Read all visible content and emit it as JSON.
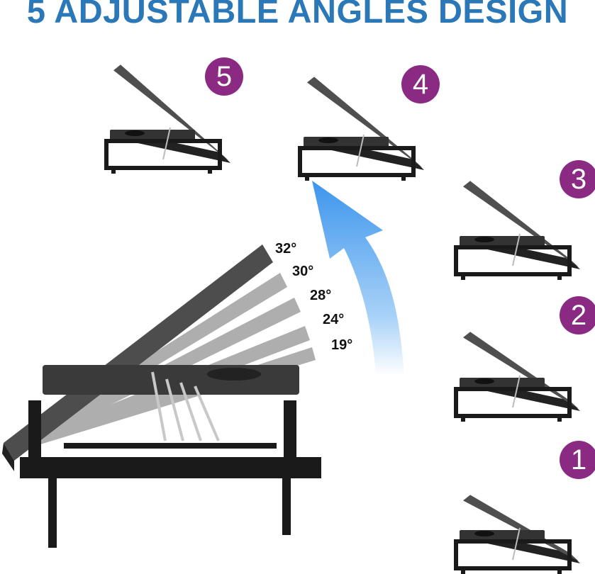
{
  "title": "5 ADJUSTABLE ANGLES DESIGN",
  "positions": [
    {
      "number": "5",
      "tilt_deg": 32
    },
    {
      "number": "4",
      "tilt_deg": 30
    },
    {
      "number": "3",
      "tilt_deg": 28
    },
    {
      "number": "2",
      "tilt_deg": 24
    },
    {
      "number": "1",
      "tilt_deg": 19
    }
  ],
  "angles": [
    "32°",
    "30°",
    "28°",
    "24°",
    "19°"
  ],
  "colors": {
    "title": "#2b78b8",
    "badge": "#8a2a82",
    "arrow": "#5aa8f0",
    "board": "#4a4a4a",
    "frame": "#1a1a1a"
  }
}
